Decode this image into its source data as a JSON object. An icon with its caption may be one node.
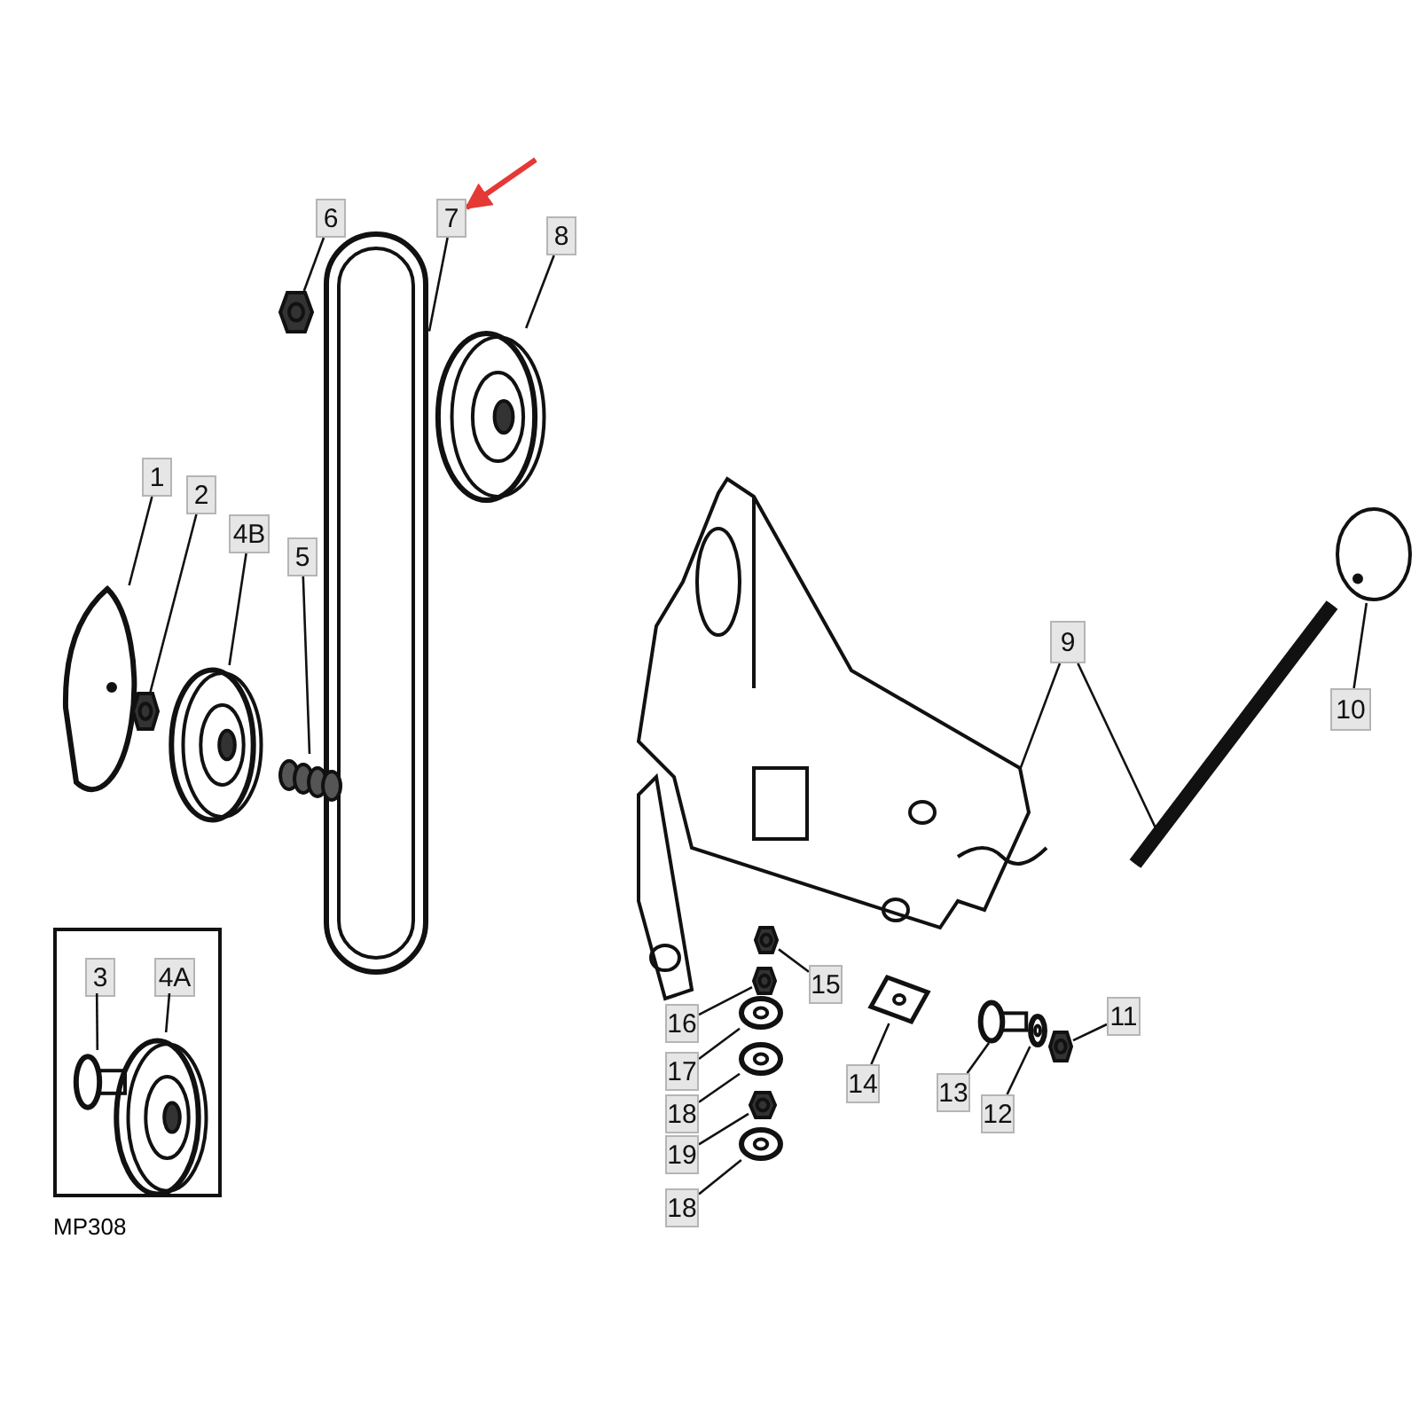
{
  "diagram": {
    "nodes": [
      {
        "text": [
          "6"
        ]
      },
      {
        "text": [],
        "shape": "picture"
      },
      {
        "text": [
          "7"
        ]
      },
      {
        "text": [],
        "shape": "picture"
      },
      {
        "text": [
          "8"
        ]
      },
      {
        "text": [],
        "shape": "picture"
      },
      {
        "text": [
          "1"
        ]
      },
      {
        "text": [],
        "shape": "picture"
      },
      {
        "text": [
          "2"
        ]
      },
      {
        "text": [],
        "shape": "picture"
      },
      {
        "text": [
          "4B"
        ]
      },
      {
        "text": [],
        "shape": "picture"
      },
      {
        "text": [
          "5"
        ]
      },
      {
        "text": [],
        "shape": "picture"
      },
      {
        "text": [],
        "shape": "box"
      },
      {
        "text": [
          "3"
        ],
        "in": 14
      },
      {
        "text": [],
        "shape": "picture",
        "in": 14
      },
      {
        "text": [
          "4A"
        ],
        "in": 14
      },
      {
        "text": [],
        "shape": "picture",
        "in": 14
      },
      {
        "text": [
          "9"
        ]
      },
      {
        "text": [],
        "shape": "picture"
      },
      {
        "text": [],
        "shape": "picture"
      },
      {
        "text": [
          "10"
        ]
      },
      {
        "text": [],
        "shape": "picture"
      },
      {
        "text": [
          "15"
        ]
      },
      {
        "text": [],
        "shape": "picture"
      },
      {
        "text": [
          "16"
        ]
      },
      {
        "text": [],
        "shape": "picture"
      },
      {
        "text": [
          "17"
        ]
      },
      {
        "text": [],
        "shape": "picture"
      },
      {
        "text": [
          "18"
        ]
      },
      {
        "text": [],
        "shape": "picture"
      },
      {
        "text": [
          "19"
        ]
      },
      {
        "text": [],
        "shape": "picture"
      },
      {
        "text": [
          "18"
        ]
      },
      {
        "text": [],
        "shape": "picture"
      },
      {
        "text": [
          "14"
        ]
      },
      {
        "text": [],
        "shape": "picture"
      },
      {
        "text": [
          "13"
        ]
      },
      {
        "text": [],
        "shape": "picture"
      },
      {
        "text": [
          "12"
        ]
      },
      {
        "text": [],
        "shape": "picture"
      },
      {
        "text": [
          "11"
        ]
      },
      {
        "text": [],
        "shape": "picture"
      }
    ],
    "edges": [
      {
        "from": 0,
        "to": 1,
        "arrow": "none"
      },
      {
        "from": 2,
        "to": 3,
        "arrow": "none"
      },
      {
        "from": 4,
        "to": 5,
        "arrow": "none"
      },
      {
        "from": 6,
        "to": 7,
        "arrow": "none"
      },
      {
        "from": 8,
        "to": 9,
        "arrow": "none"
      },
      {
        "from": 10,
        "to": 11,
        "arrow": "none"
      },
      {
        "from": 12,
        "to": 13,
        "arrow": "none"
      },
      {
        "from": 15,
        "to": 16,
        "arrow": "none"
      },
      {
        "from": 17,
        "to": 18,
        "arrow": "none"
      },
      {
        "from": 19,
        "to": 20,
        "arrow": "none"
      },
      {
        "from": 19,
        "to": 21,
        "arrow": "none"
      },
      {
        "from": 22,
        "to": 23,
        "arrow": "none"
      },
      {
        "from": 24,
        "to": 25,
        "arrow": "none"
      },
      {
        "from": 26,
        "to": 27,
        "arrow": "none"
      },
      {
        "from": 28,
        "to": 29,
        "arrow": "none"
      },
      {
        "from": 30,
        "to": 31,
        "arrow": "none"
      },
      {
        "from": 32,
        "to": 33,
        "arrow": "none"
      },
      {
        "from": 34,
        "to": 35,
        "arrow": "none"
      },
      {
        "from": 36,
        "to": 37,
        "arrow": "none"
      },
      {
        "from": 38,
        "to": 39,
        "arrow": "none"
      },
      {
        "from": 40,
        "to": 41,
        "arrow": "none"
      },
      {
        "from": 42,
        "to": 43,
        "arrow": "none"
      },
      {
        "from": null,
        "to": 2,
        "arrow": "to",
        "style": "thick",
        "color": "#e53935"
      }
    ],
    "labels": [
      "MP308"
    ]
  }
}
